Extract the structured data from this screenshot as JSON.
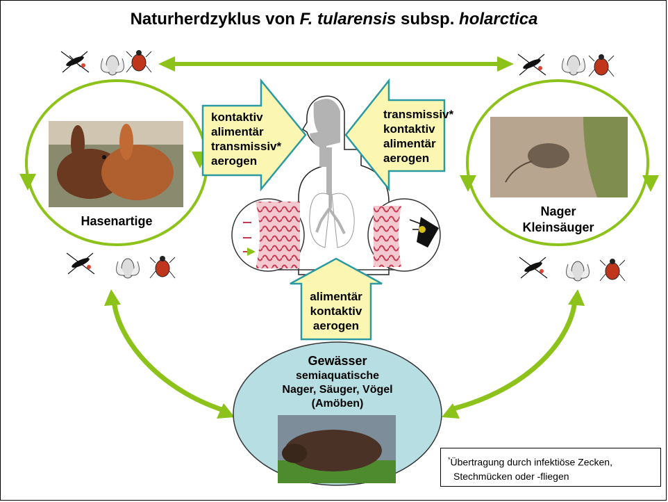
{
  "title": {
    "prefix": "Naturherdzyklus von ",
    "species": "F. tularensis",
    "middle": " subsp. ",
    "subspecies": "holarctica"
  },
  "hosts": {
    "hares": {
      "label": "Hasenartige",
      "photo": "rabbits-photo"
    },
    "rodents": {
      "line1": "Nager",
      "line2": "Kleinsäuger",
      "photo": "mouse-photo"
    },
    "water": {
      "line1": "Gewässer",
      "line2": "semiaquatische",
      "line3": "Nager, Säuger, Vögel",
      "line4": "(Amöben)",
      "photo": "beaver-photo"
    }
  },
  "routes": {
    "left": [
      "kontaktiv",
      "alimentär",
      "transmissiv*",
      "aerogen"
    ],
    "right": [
      "transmissiv*",
      "kontaktiv",
      "alimentär",
      "aerogen"
    ],
    "bottom": [
      "alimentär",
      "kontaktiv",
      "aerogen"
    ]
  },
  "footnote": {
    "marker": "*",
    "line1": "Übertragung durch infektiöse Zecken,",
    "line2": "Stechmücken oder -fliegen"
  },
  "vectors": [
    "mosquito-icon",
    "fly-icon",
    "tick-icon"
  ],
  "colors": {
    "cycle_green": "#8cc21a",
    "arrow_fill": "#fbf7b3",
    "arrow_border": "#2b9aa0",
    "water_fill": "#b7dfe3",
    "body_gray": "#b3b3b3"
  }
}
